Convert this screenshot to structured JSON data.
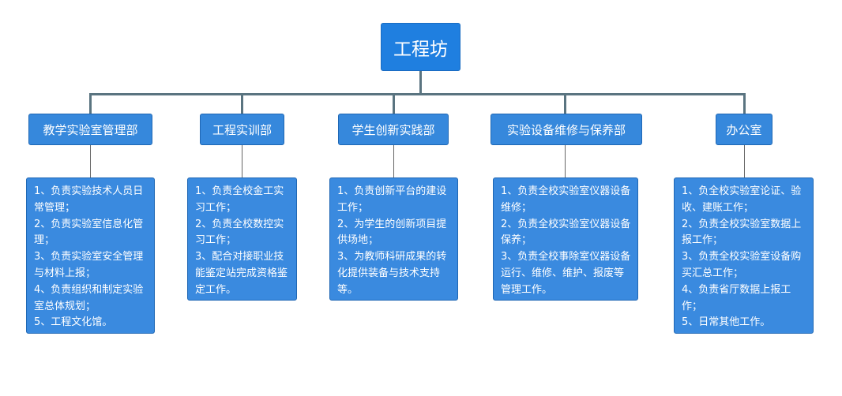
{
  "root": {
    "label": "工程坊"
  },
  "departments": [
    {
      "name": "教学实验室管理部",
      "duties": "1、负责实验技术人员日常管理；\n2、负责实验室信息化管理；\n3、负责实验室安全管理与材料上报；\n4、负责组织和制定实验室总体规划；\n5、工程文化馆。"
    },
    {
      "name": "工程实训部",
      "duties": "1、负责全校金工实习工作；\n2、负责全校数控实习工作；\n3、配合对接职业技能鉴定站完成资格鉴定工作。"
    },
    {
      "name": "学生创新实践部",
      "duties": "1、负责创新平台的建设工作；\n2、为学生的创新项目提供场地；\n3、为教师科研成果的转化提供装备与技术支持等。"
    },
    {
      "name": "实验设备维修与保养部",
      "duties": "1、负责全校实验室仪器设备维修；\n2、负责全校实验室仪器设备保养；\n3、负责全校事除室仪器设备运行、维修、维护、报废等管理工作。"
    },
    {
      "name": "办公室",
      "duties": "1、负全校实验室论证、验收、建账工作；\n2、负责全校实验室数据上报工作；\n3、负责全校实验室设备购买汇总工作；\n4、负责省厅数据上报工作；\n5、日常其他工作。"
    }
  ]
}
